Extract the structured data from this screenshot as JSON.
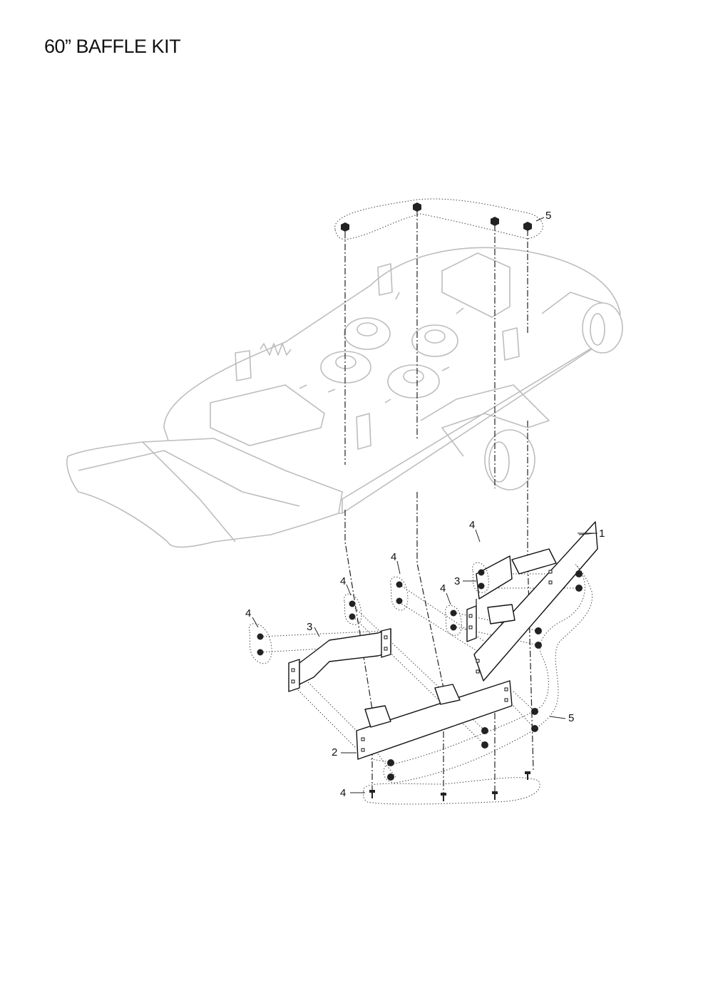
{
  "title": "60” BAFFLE KIT",
  "callouts": {
    "c1": "1",
    "c2": "2",
    "c3a": "3",
    "c3b": "3",
    "c4a": "4",
    "c4b": "4",
    "c4c": "4",
    "c4d": "4",
    "c4e": "4",
    "c4f": "4",
    "c5a": "5",
    "c5b": "5"
  }
}
